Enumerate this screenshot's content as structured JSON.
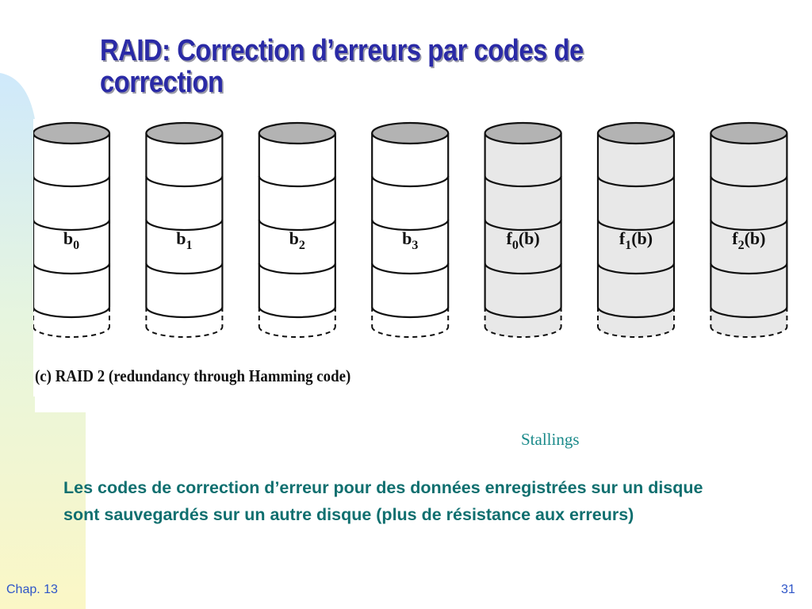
{
  "slide": {
    "title": "RAID: Correction d’erreurs par codes de correction",
    "diagram": {
      "disks": [
        {
          "label_base": "b",
          "label_sub": "0",
          "label_suffix": "",
          "shaded": false
        },
        {
          "label_base": "b",
          "label_sub": "1",
          "label_suffix": "",
          "shaded": false
        },
        {
          "label_base": "b",
          "label_sub": "2",
          "label_suffix": "",
          "shaded": false
        },
        {
          "label_base": "b",
          "label_sub": "3",
          "label_suffix": "",
          "shaded": false
        },
        {
          "label_base": "f",
          "label_sub": "0",
          "label_suffix": "(b)",
          "shaded": true
        },
        {
          "label_base": "f",
          "label_sub": "1",
          "label_suffix": "(b)",
          "shaded": true
        },
        {
          "label_base": "f",
          "label_sub": "2",
          "label_suffix": "(b)",
          "shaded": true
        }
      ],
      "caption": "(c) RAID 2 (redundancy through Hamming code)",
      "colors": {
        "top": "#b3b3b3",
        "shaded_body": "#e8e8e8",
        "stroke": "#111111"
      }
    },
    "credit": "Stallings",
    "body": "Les codes de correction d’erreur pour des données enregistrées sur un disque sont sauvegardés sur un autre disque (plus de résistance aux erreurs)",
    "footer": {
      "chapter": "Chap. 13",
      "page": "31"
    },
    "colors": {
      "title": "#2a2aa6",
      "body": "#0f6f6f",
      "credit": "#1a8a8a",
      "footer": "#2f56c8"
    }
  }
}
